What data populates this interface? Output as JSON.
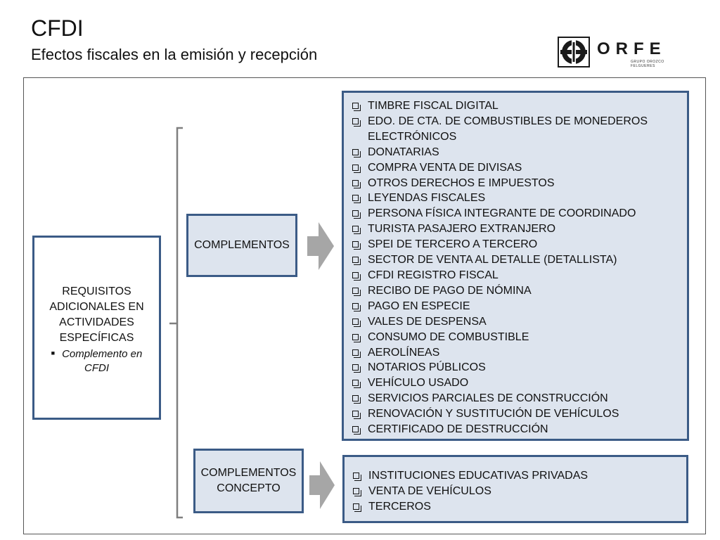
{
  "header": {
    "title": "CFDI",
    "subtitle": "Efectos fiscales en la emisión  y recepción"
  },
  "logo": {
    "wordmark": "ORFE",
    "tagline": "GRUPO OROZCO FELGUERES"
  },
  "requisitos": {
    "lines": [
      "REQUISITOS",
      "ADICIONALES EN",
      "ACTIVIDADES",
      "ESPECÍFICAS"
    ],
    "bullet": "Complemento en",
    "bullet_cont": "CFDI"
  },
  "complementos": {
    "label": "COMPLEMENTOS",
    "items": [
      "TIMBRE FISCAL DIGITAL",
      "EDO. DE CTA. DE COMBUSTIBLES DE MONEDEROS",
      "DONATARIAS",
      "COMPRA VENTA DE DIVISAS",
      "OTROS DERECHOS E IMPUESTOS",
      "LEYENDAS FISCALES",
      "PERSONA FÍSICA INTEGRANTE DE COORDINADO",
      "TURISTA PASAJERO EXTRANJERO",
      "SPEI DE TERCERO A TERCERO",
      "SECTOR DE VENTA AL DETALLE (DETALLISTA)",
      "CFDI REGISTRO FISCAL",
      "RECIBO DE PAGO DE NÓMINA",
      "PAGO EN ESPECIE",
      "VALES DE DESPENSA",
      "CONSUMO DE COMBUSTIBLE",
      "AEROLÍNEAS",
      "NOTARIOS PÚBLICOS",
      "VEHÍCULO USADO",
      "SERVICIOS PARCIALES DE CONSTRUCCIÓN",
      "RENOVACIÓN Y SUSTITUCIÓN DE VEHÍCULOS",
      "CERTIFICADO DE DESTRUCCIÓN"
    ],
    "item1_continuation": "ELECTRÓNICOS"
  },
  "complementos_concepto": {
    "label_line1": "COMPLEMENTOS",
    "label_line2": "CONCEPTO",
    "items": [
      "INSTITUCIONES EDUCATIVAS PRIVADAS",
      "VENTA DE VEHÍCULOS",
      "TERCEROS"
    ]
  },
  "colors": {
    "box_border": "#3b5b86",
    "box_fill": "#dde4ee",
    "arrow": "#a6a6a6",
    "bracket": "#7f7f7f"
  }
}
